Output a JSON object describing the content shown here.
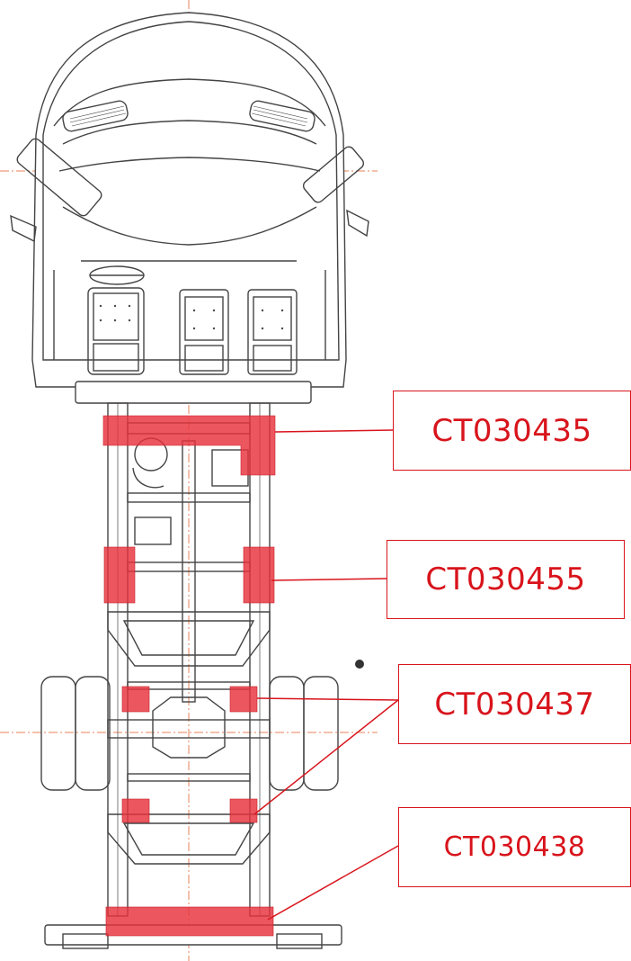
{
  "colors": {
    "line_art": "#444444",
    "highlight": "#e8323c",
    "callout": "#d8141c",
    "axis": "#e8825a"
  },
  "callouts": [
    {
      "code": "CT030435"
    },
    {
      "code": "CT030455"
    },
    {
      "code": "CT030437"
    },
    {
      "code": "CT030438"
    }
  ]
}
